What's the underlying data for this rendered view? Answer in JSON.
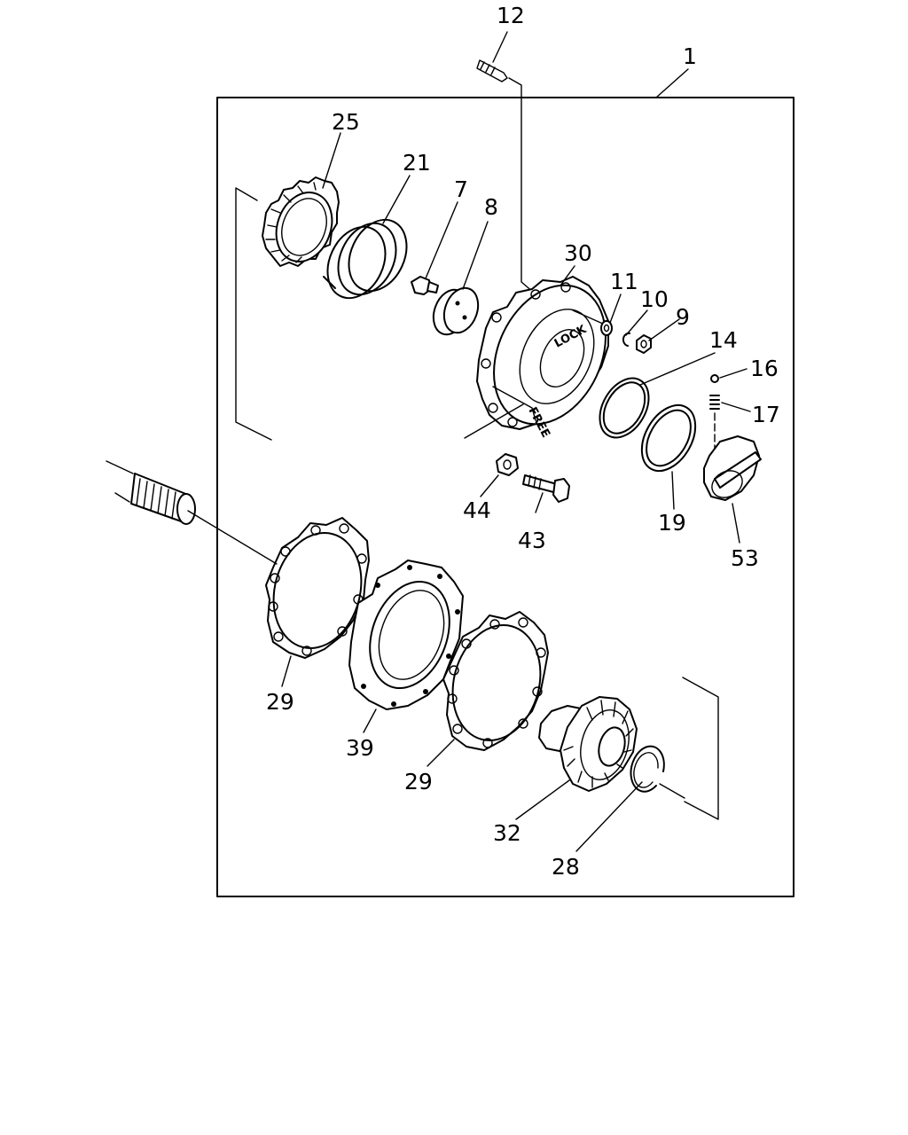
{
  "callouts": {
    "c1": "1",
    "c7": "7",
    "c8": "8",
    "c9": "9",
    "c10": "10",
    "c11": "11",
    "c12": "12",
    "c14": "14",
    "c16": "16",
    "c17": "17",
    "c19": "19",
    "c21": "21",
    "c25": "25",
    "c28": "28",
    "c29a": "29",
    "c29b": "29",
    "c30": "30",
    "c32": "32",
    "c39": "39",
    "c43": "43",
    "c44": "44",
    "c53": "53"
  },
  "hub_markings": {
    "lock": "LOCK",
    "free": "FREE"
  }
}
